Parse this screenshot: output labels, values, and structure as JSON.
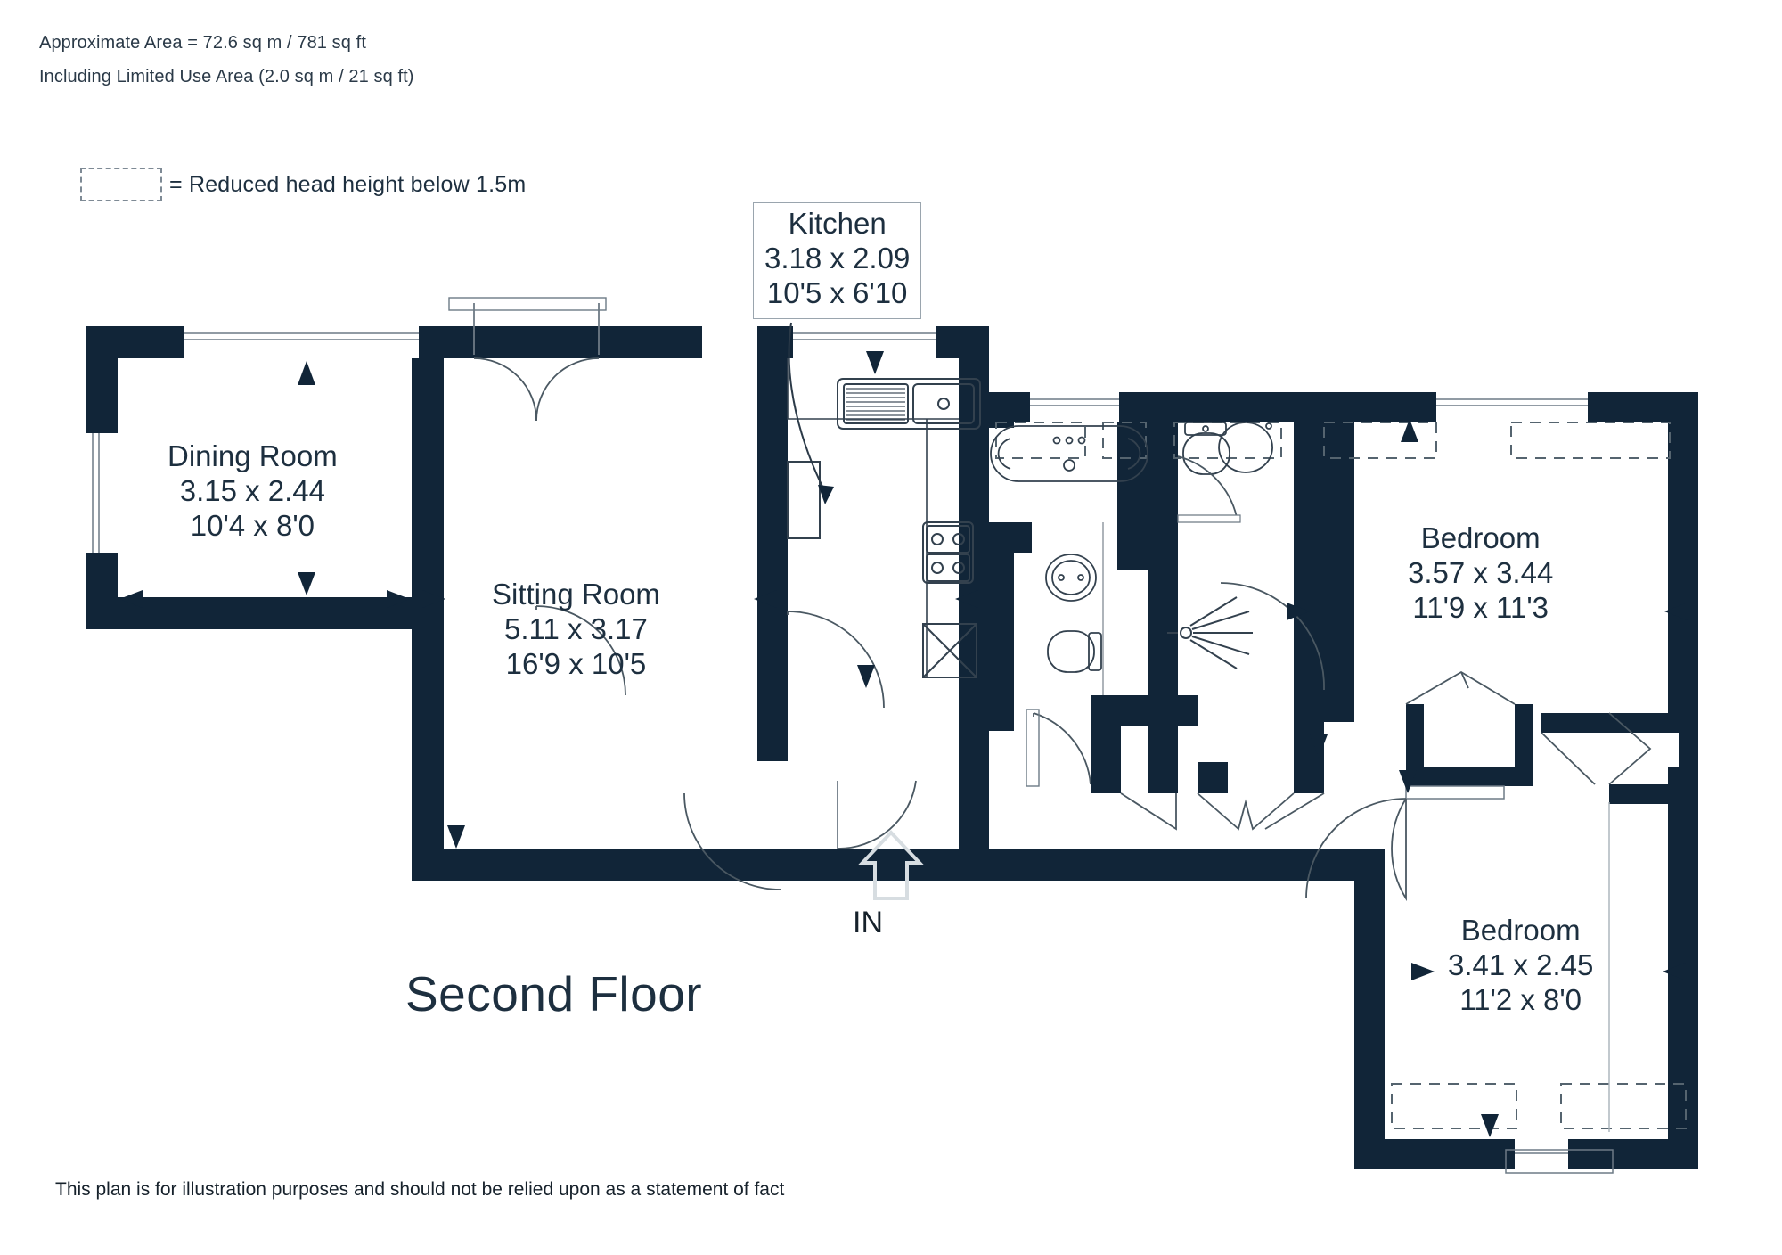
{
  "header": {
    "area_line": "Approximate Area = 72.6 sq m / 781 sq ft",
    "limited_use_line": "Including Limited Use Area (2.0 sq m / 21 sq ft)"
  },
  "legend": {
    "swatch_name": "dashed-rectangle-swatch",
    "text": "= Reduced head height below 1.5m"
  },
  "floor_title": "Second Floor",
  "entrance": {
    "label": "IN",
    "icon": "up-arrow-icon"
  },
  "footer": {
    "disclaimer": "This plan is for illustration purposes and should not be relied upon as a statement of fact"
  },
  "colors": {
    "wall": "#112538",
    "text": "#1d2f3f",
    "fixture_line": "#2b3a48",
    "dashed": "#7e8a95",
    "callout_border": "#9aa5ae",
    "arrow_light": "#e2e6e9"
  },
  "rooms": [
    {
      "id": "kitchen",
      "name": "Kitchen",
      "metric": "3.18 x 2.09",
      "imperial": "10'5 x 6'10",
      "callout": true
    },
    {
      "id": "dining",
      "name": "Dining Room",
      "metric": "3.15 x 2.44",
      "imperial": "10'4 x 8'0",
      "callout": false
    },
    {
      "id": "sitting",
      "name": "Sitting Room",
      "metric": "5.11 x 3.17",
      "imperial": "16'9 x 10'5",
      "callout": false
    },
    {
      "id": "bedroom1",
      "name": "Bedroom",
      "metric": "3.57 x 3.44",
      "imperial": "11'9 x 11'3",
      "callout": false
    },
    {
      "id": "bedroom2",
      "name": "Bedroom",
      "metric": "3.41 x 2.45",
      "imperial": "11'2 x 8'0",
      "callout": false
    }
  ],
  "fixtures": [
    "kitchen-sink-with-drainer-icon",
    "kitchen-hob-icon",
    "kitchen-appliance-icon",
    "bathtub-icon",
    "washbasin-icon",
    "toilet-icon",
    "shower-head-icon",
    "wc-toilet-icon",
    "wc-basin-icon"
  ]
}
